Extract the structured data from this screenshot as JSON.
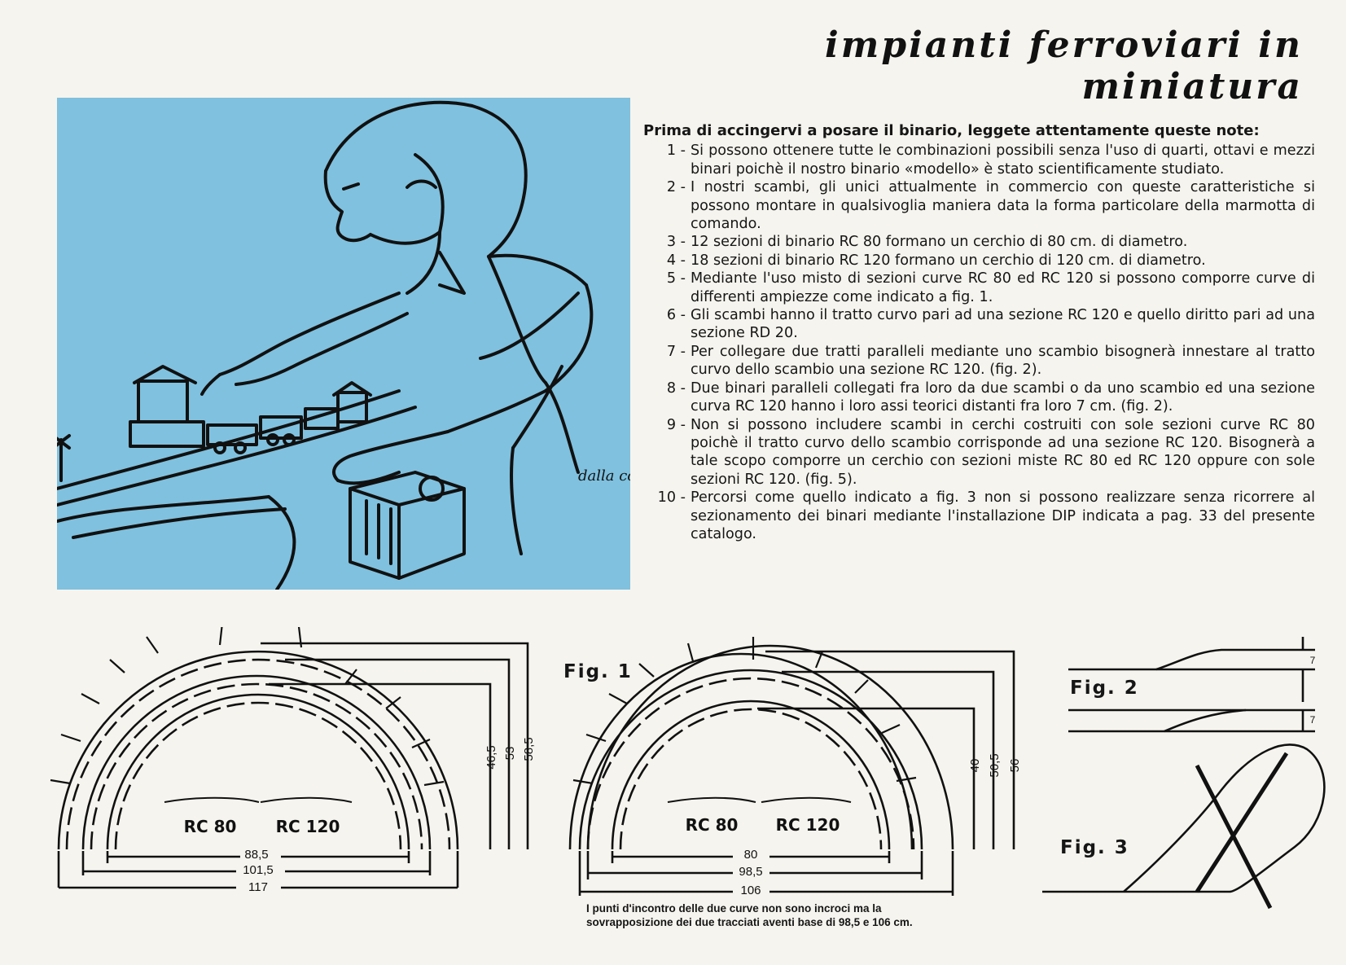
{
  "title": "impianti ferroviari in miniatura",
  "illustration": {
    "signature": "dalla costa"
  },
  "notes": {
    "heading": "Prima di accingervi a posare il binario, leggete attentamente queste note:",
    "items": [
      {
        "num": "1 -",
        "text": "Si possono ottenere tutte le combinazioni possibili senza l'uso di quarti, ottavi e mezzi binari poichè il nostro binario «modello» è stato scientificamente studiato."
      },
      {
        "num": "2 -",
        "text": "I nostri scambi, gli unici attualmente in commercio con queste caratteristiche si possono montare in qualsivoglia maniera data la forma particolare della marmotta di comando."
      },
      {
        "num": "3 -",
        "text": "12 sezioni di binario RC 80 formano un cerchio di 80 cm. di diametro."
      },
      {
        "num": "4 -",
        "text": "18 sezioni di binario RC 120 formano un cerchio di 120 cm. di diametro."
      },
      {
        "num": "5 -",
        "text": "Mediante l'uso misto di sezioni curve RC 80 ed RC 120 si possono comporre curve di differenti ampiezze come indicato a fig. 1."
      },
      {
        "num": "6 -",
        "text": "Gli scambi hanno il tratto curvo pari ad una sezione RC 120 e quello diritto pari ad una sezione RD 20."
      },
      {
        "num": "7 -",
        "text": "Per collegare due tratti paralleli mediante uno scambio bisognerà innestare al tratto curvo dello scambio una sezione RC 120. (fig. 2)."
      },
      {
        "num": "8 -",
        "text": "Due binari paralleli collegati fra loro da due scambi o da uno scambio ed una sezione curva RC 120 hanno i loro assi teorici distanti fra loro 7 cm. (fig. 2)."
      },
      {
        "num": "9 -",
        "text": "Non si possono includere scambi in cerchi costruiti con sole sezioni curve RC 80 poichè il tratto curvo dello scambio corrisponde ad una sezione RC 120. Bisognerà a tale scopo comporre un cerchio con sezioni miste RC 80 ed RC 120 oppure con sole sezioni RC 120. (fig. 5)."
      },
      {
        "num": "10 -",
        "text": "Percorsi come quello indicato a fig. 3 non si possono realizzare senza ricorrere al sezionamento dei binari mediante l'installazione DIP indicata a pag. 33 del presente catalogo."
      }
    ]
  },
  "fig1": {
    "label": "Fig. 1",
    "left": {
      "rc80": "RC 80",
      "rc120": "RC 120",
      "widths": [
        "88,5",
        "101,5",
        "117"
      ],
      "heights": [
        "46,5",
        "53",
        "58,5"
      ]
    },
    "right": {
      "rc80": "RC 80",
      "rc120": "RC 120",
      "widths": [
        "80",
        "98,5",
        "106"
      ],
      "heights": [
        "40",
        "50,5",
        "56"
      ]
    },
    "caption": "I punti d'incontro delle due curve non sono incroci ma la sovrapposizione dei due tracciati aventi base di 98,5 e 106 cm."
  },
  "fig2": {
    "label": "Fig. 2",
    "spacing_top": "7",
    "spacing_bottom": "7"
  },
  "fig3": {
    "label": "Fig. 3"
  },
  "colors": {
    "illustration_bg": "#7fc1df",
    "ink": "#161616",
    "paper": "#f6f4ee"
  }
}
